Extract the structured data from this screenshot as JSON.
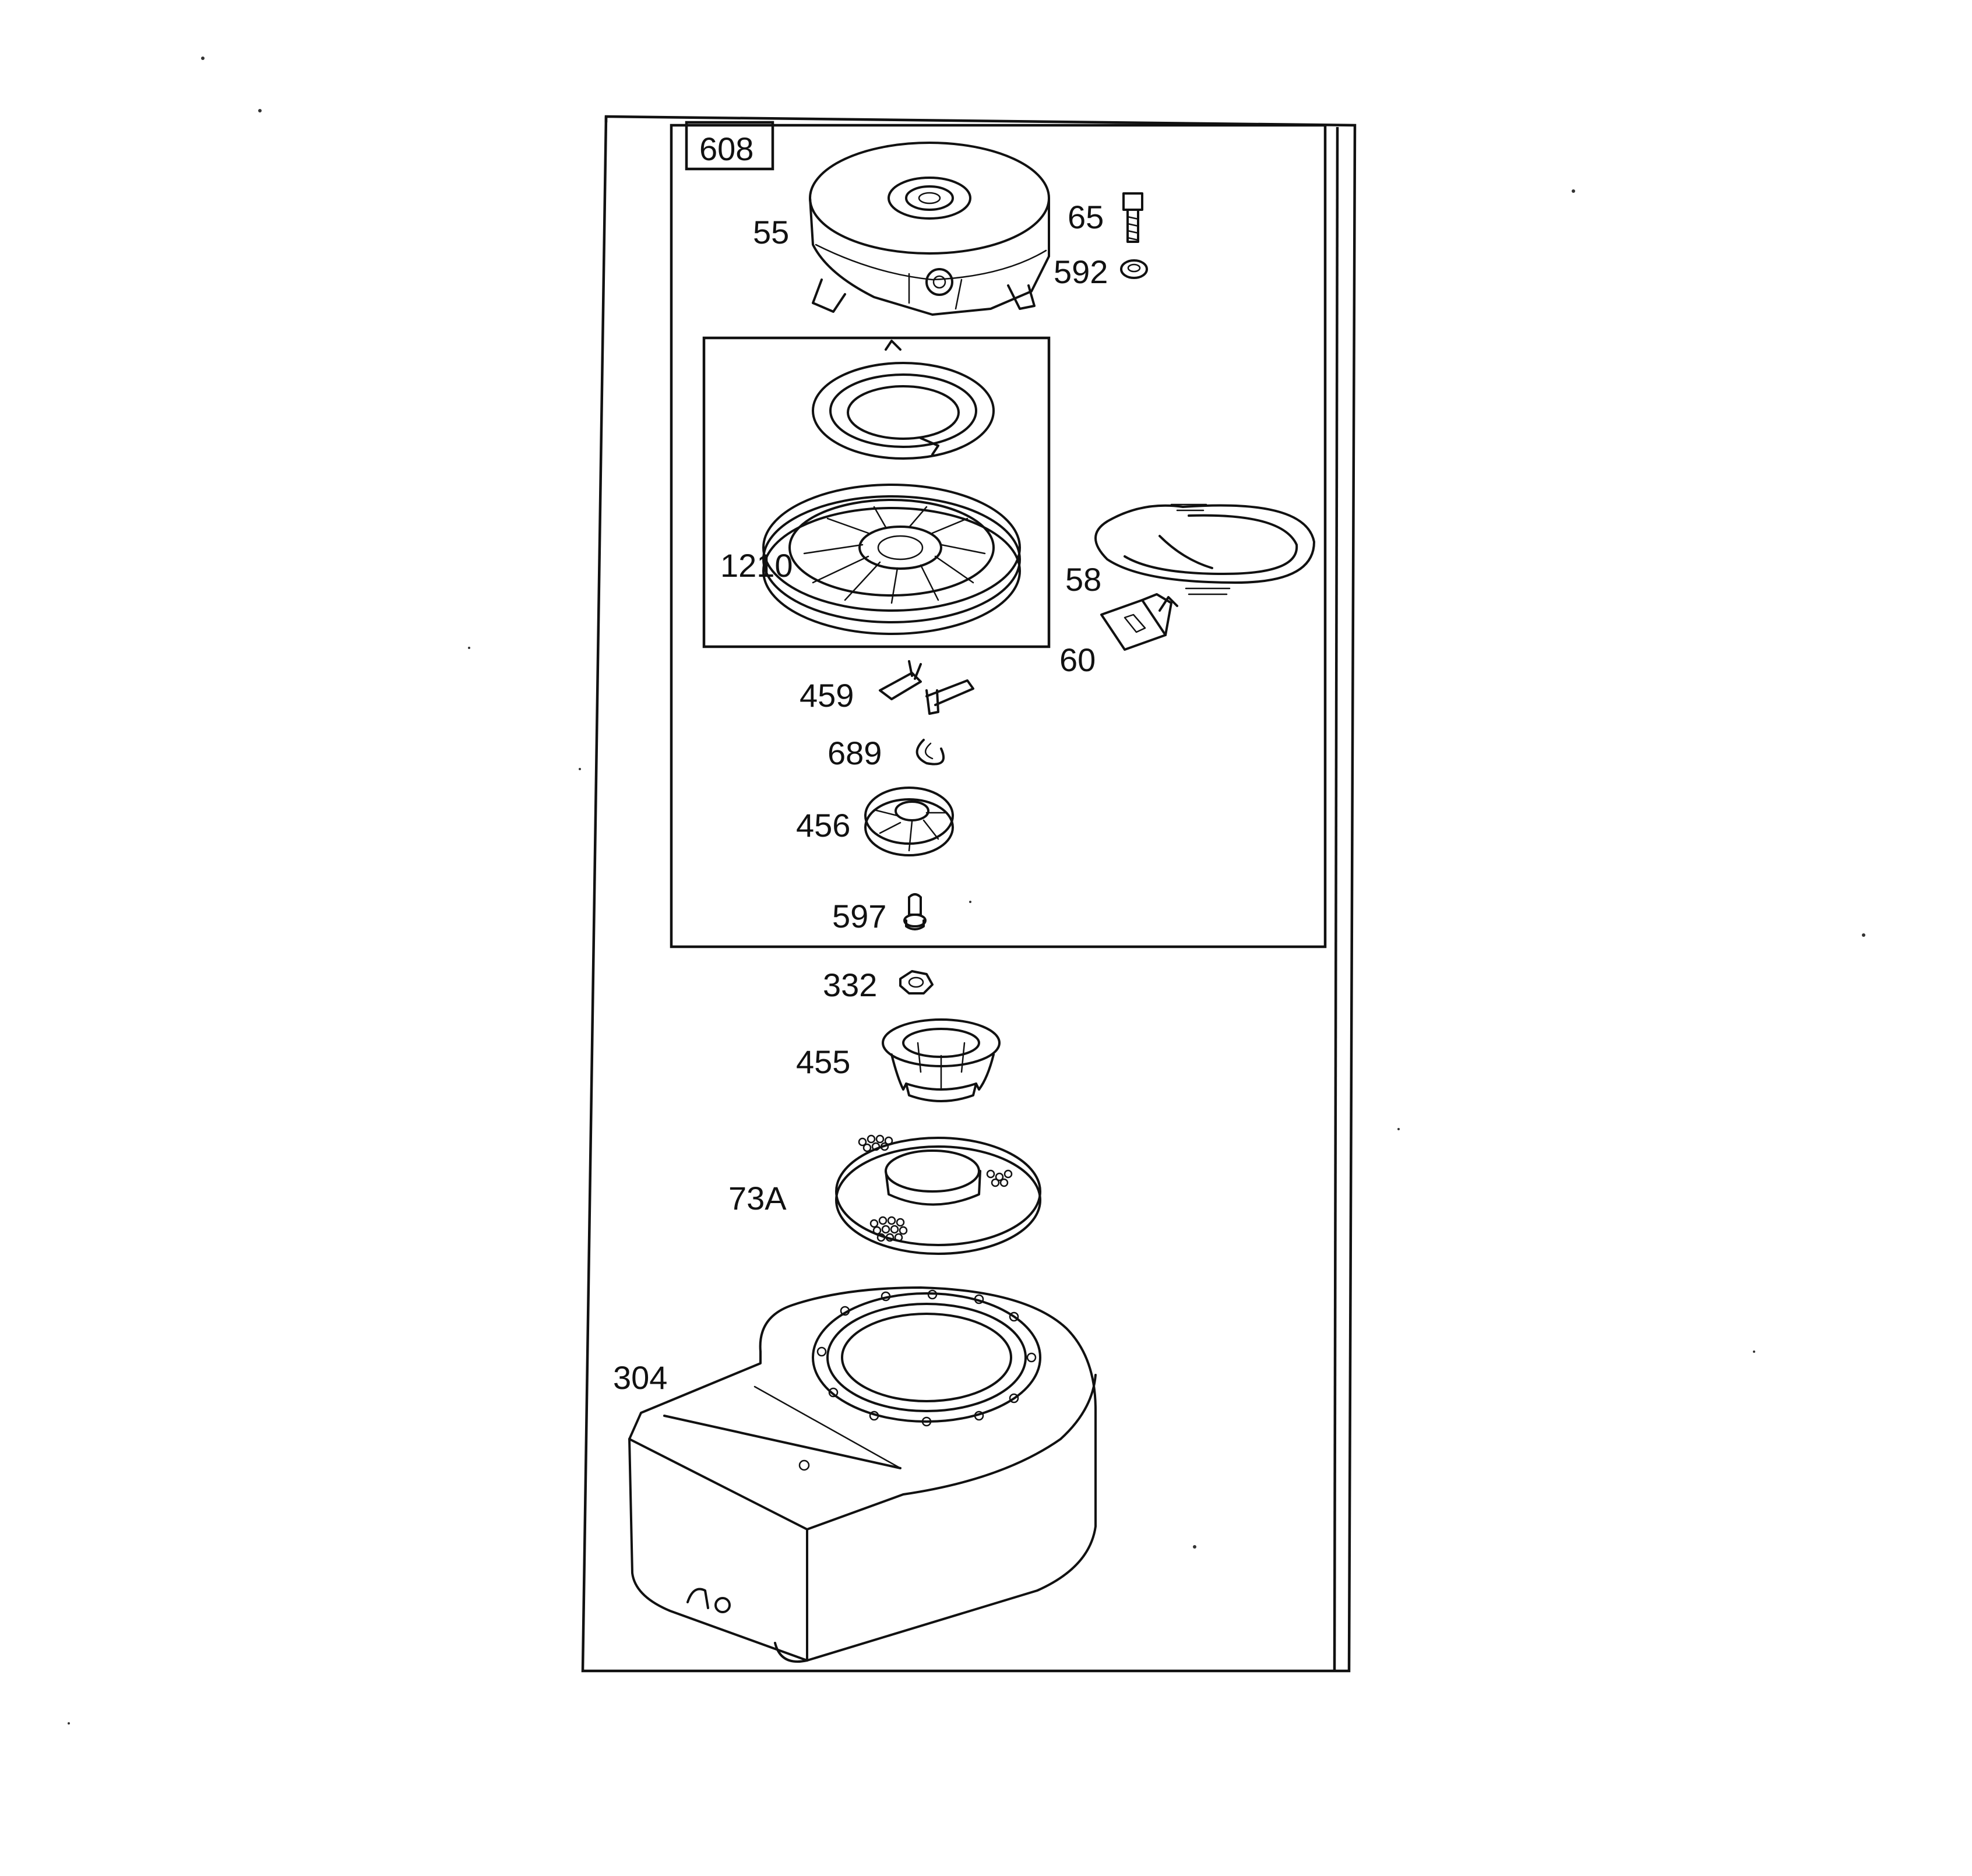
{
  "diagram": {
    "kit_ref": "608",
    "parts": [
      {
        "id": "55",
        "label": "55"
      },
      {
        "id": "65",
        "label": "65"
      },
      {
        "id": "592",
        "label": "592"
      },
      {
        "id": "1210",
        "label": "1210"
      },
      {
        "id": "58",
        "label": "58"
      },
      {
        "id": "60",
        "label": "60"
      },
      {
        "id": "459",
        "label": "459"
      },
      {
        "id": "689",
        "label": "689"
      },
      {
        "id": "456",
        "label": "456"
      },
      {
        "id": "597",
        "label": "597"
      },
      {
        "id": "332",
        "label": "332"
      },
      {
        "id": "455",
        "label": "455"
      },
      {
        "id": "73A",
        "label": "73A"
      },
      {
        "id": "304",
        "label": "304"
      }
    ]
  }
}
